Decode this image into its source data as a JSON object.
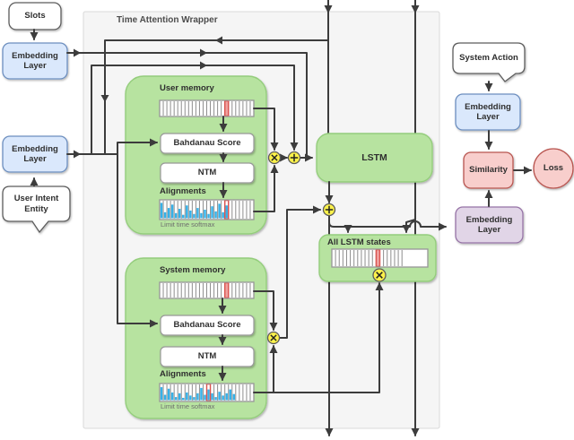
{
  "wrapper": {
    "label": "Time Attention Wrapper"
  },
  "nodes": {
    "slots": "Slots",
    "embedding_layer": "Embedding Layer",
    "user_intent_entity": "User Intent Entity",
    "system_action": "System Action",
    "similarity": "Similarity",
    "loss": "Loss",
    "lstm": "LSTM",
    "all_lstm_states": "All LSTM states",
    "user_memory": "User memory",
    "system_memory": "System memory",
    "bahdanau_score": "Bahdanau Score",
    "ntm": "NTM",
    "alignments": "Alignments",
    "limit_time_softmax": "Limit time softmax"
  },
  "operators": {
    "elementwise_multiply": "⊗",
    "elementwise_add": "⊕"
  },
  "colors": {
    "embedding_blue_fill": "#dae8fc",
    "embedding_blue_border": "#6c8ebf",
    "purple_fill": "#e1d5e7",
    "purple_border": "#9673a6",
    "pink_fill": "#f8cecc",
    "pink_border": "#b85450",
    "green_fill": "#b7e3a0",
    "green_border": "#94cd7c",
    "wrapper_fill": "#f5f5f5",
    "wrapper_border": "#d9d9d9",
    "line": "#3c3c3c",
    "operator_yellow": "#fdf24b",
    "histogram_blue": "#35b1e8",
    "red_cell_fill": "#f0a2a0",
    "red_cell_border": "#d9534f"
  },
  "memory_bars": {
    "user_memory": {
      "cells": 26,
      "red_cell": 18,
      "style": "memory"
    },
    "user_alignments": {
      "cells": 26,
      "red_cell": 18,
      "style": "histogram",
      "heights": [
        0.9,
        0.35,
        0.6,
        0.8,
        0.3,
        0.55,
        0.2,
        0.75,
        0.45,
        0.25,
        0.6,
        0.3,
        0.5,
        0.25,
        0.7,
        0.4,
        0.85,
        0.35,
        0.75,
        0,
        0,
        0,
        0,
        0,
        0,
        0
      ]
    },
    "system_memory": {
      "cells": 26,
      "red_cell": 18,
      "style": "memory"
    },
    "system_alignments": {
      "cells": 26,
      "red_cell": 13,
      "style": "histogram",
      "heights": [
        0.85,
        0.35,
        0.75,
        0.5,
        0.2,
        0.45,
        0.15,
        0.5,
        0.3,
        0.2,
        0.45,
        0.8,
        0.35,
        0.7,
        0.45,
        0.2,
        0.55,
        0.3,
        0.45,
        0.7,
        0.4,
        0,
        0,
        0,
        0,
        0
      ]
    },
    "all_lstm_states": {
      "cells": 26,
      "red_cell": 12,
      "style": "memory",
      "striped_until": 19
    }
  }
}
